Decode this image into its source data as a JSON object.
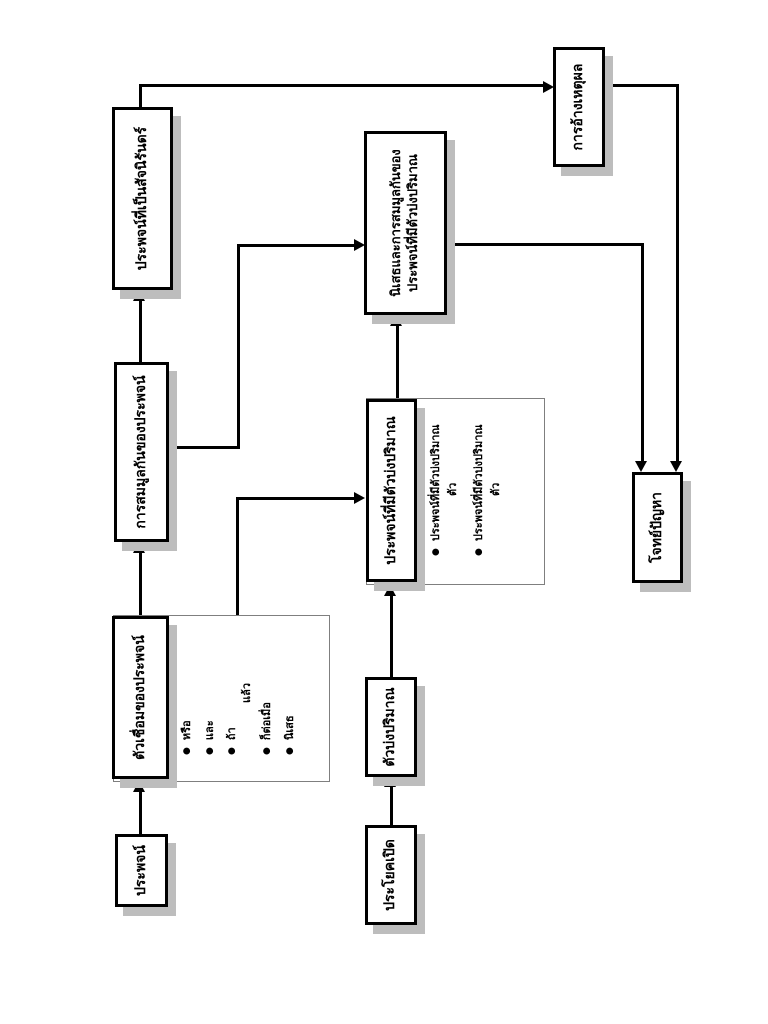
{
  "page": {
    "background": "#ffffff",
    "line_color": "#000000",
    "shadow_color": "#bdbdbd"
  },
  "glyphs": {
    "bullet": "●"
  },
  "nodes": {
    "proposition": {
      "label": "ประพจน์"
    },
    "connectives": {
      "label": "ตัวเชื่อมของประพจน์",
      "items": [
        [
          "หรือ"
        ],
        [
          "และ"
        ],
        [
          "ถ้า",
          "แล้ว"
        ],
        [
          "ก็ต่อเมื่อ"
        ],
        [
          "นิเสธ"
        ]
      ]
    },
    "equivalence": {
      "label": "การสมมูลกันของประพจน์"
    },
    "tautology": {
      "label": "ประพจน์ที่เป็นสัจนิรันดร์"
    },
    "open_sentence": {
      "label": "ประโยคเปิด"
    },
    "quantifier": {
      "label": "ตัวบ่งปริมาณ"
    },
    "quantified_props": {
      "label": "ประพจน์ที่มีตัวบ่งปริมาณ",
      "items": [
        [
          "ประพจน์ที่มีตัวบ่งปริมาณ",
          "ตัว"
        ],
        [
          "ประพจน์ที่มีตัวบ่งปริมาณ",
          "ตัว"
        ]
      ]
    },
    "negation_equivalence_quantified": {
      "lines": [
        "นิเสธและการสมมูลกันของ",
        "ประพจน์ที่มีตัวบ่งปริมาณ"
      ]
    },
    "reasoning": {
      "label": "การอ้างเหตุผล"
    },
    "problems": {
      "label": "โจทย์ปัญหา"
    }
  }
}
